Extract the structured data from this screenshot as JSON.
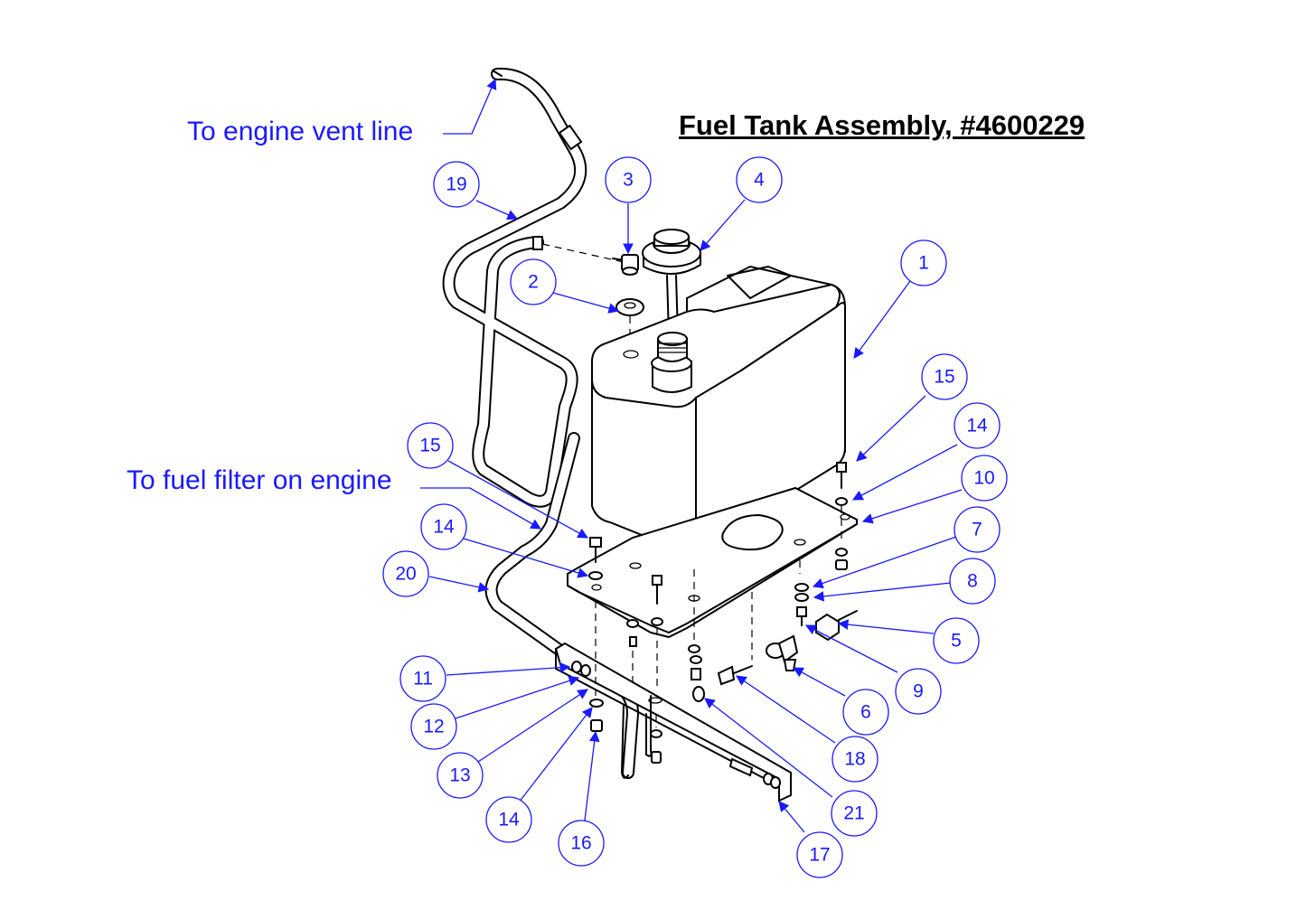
{
  "title": "Fuel Tank Assembly, #4600229",
  "notes": {
    "vent_line": "To engine vent line",
    "fuel_filter": "To fuel filter on engine"
  },
  "callouts": [
    {
      "id": "c1",
      "label": "1"
    },
    {
      "id": "c2",
      "label": "2"
    },
    {
      "id": "c3",
      "label": "3"
    },
    {
      "id": "c4",
      "label": "4"
    },
    {
      "id": "c5",
      "label": "5"
    },
    {
      "id": "c6",
      "label": "6"
    },
    {
      "id": "c7",
      "label": "7"
    },
    {
      "id": "c8",
      "label": "8"
    },
    {
      "id": "c9",
      "label": "9"
    },
    {
      "id": "c10",
      "label": "10"
    },
    {
      "id": "c11",
      "label": "11"
    },
    {
      "id": "c12",
      "label": "12"
    },
    {
      "id": "c13",
      "label": "13"
    },
    {
      "id": "c14a",
      "label": "14"
    },
    {
      "id": "c14b",
      "label": "14"
    },
    {
      "id": "c14c",
      "label": "14"
    },
    {
      "id": "c15a",
      "label": "15"
    },
    {
      "id": "c15b",
      "label": "15"
    },
    {
      "id": "c16",
      "label": "16"
    },
    {
      "id": "c17",
      "label": "17"
    },
    {
      "id": "c18",
      "label": "18"
    },
    {
      "id": "c19",
      "label": "19"
    },
    {
      "id": "c20",
      "label": "20"
    },
    {
      "id": "c21",
      "label": "21"
    }
  ],
  "colors": {
    "callout": "#1a1aff",
    "linework": "#000000",
    "background": "#ffffff"
  }
}
